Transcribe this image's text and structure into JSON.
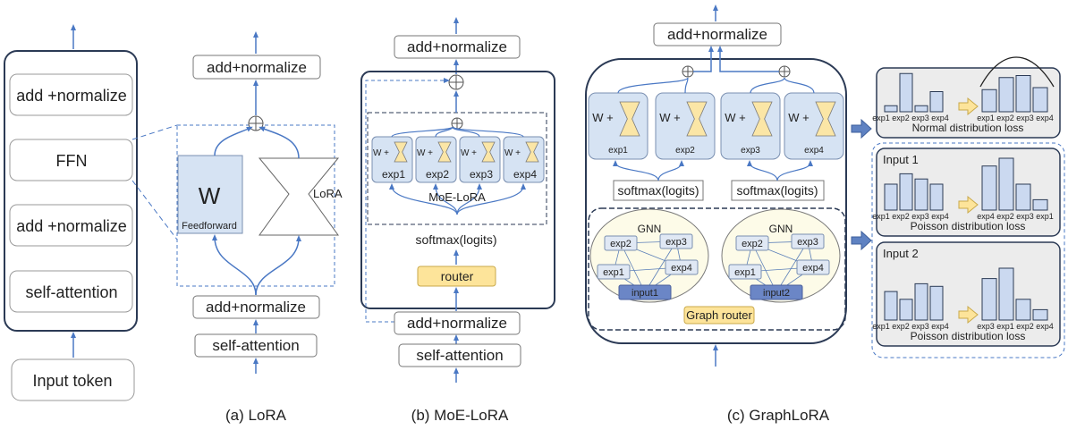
{
  "lora": {
    "stack": [
      "add +normalize",
      "FFN",
      "add +normalize",
      "self-attention"
    ],
    "input_token": "Input token",
    "top_norm": "add+normalize",
    "w_label": "W",
    "feedforward": "Feedforward",
    "lora_label": "LoRA",
    "mid_norm": "add+normalize",
    "self_attention": "self-attention",
    "caption": "(a) LoRA"
  },
  "moe": {
    "top_norm": "add+normalize",
    "w_plus": "W +",
    "experts": [
      "exp1",
      "exp2",
      "exp3",
      "exp4"
    ],
    "moe_label": "MoE-LoRA",
    "softmax": "softmax(logits)",
    "router": "router",
    "mid_norm": "add+normalize",
    "self_attention": "self-attention",
    "caption": "(b) MoE-LoRA"
  },
  "graph": {
    "top_norm": "add+normalize",
    "w_plus": "W +",
    "experts": [
      "exp1",
      "exp2",
      "exp3",
      "exp4"
    ],
    "softmax_left": "softmax(logits)",
    "softmax_right": "softmax(logits)",
    "gnn_label": "GNN",
    "gnn_left_nodes": [
      "exp2",
      "exp3",
      "exp1",
      "exp4"
    ],
    "gnn_left_input": "input1",
    "gnn_right_nodes": [
      "exp2",
      "exp3",
      "exp1",
      "exp4"
    ],
    "gnn_right_input": "input2",
    "graph_router": "Graph router",
    "caption": "(c) GraphLoRA"
  },
  "loss_panels": {
    "normal": {
      "before_labels": "exp1 exp2 exp3 exp4",
      "after_labels": "exp1 exp2 exp3 exp4",
      "title": "Normal distribution loss",
      "before_values": [
        0.15,
        0.95,
        0.15,
        0.5
      ],
      "after_values": [
        0.55,
        0.85,
        0.9,
        0.6
      ]
    },
    "input1": {
      "label": "Input 1",
      "before_labels": "exp1 exp2 exp3 exp4",
      "after_labels": "exp4 exp2 exp3 exp1",
      "title": "Poisson distribution loss",
      "before_values": [
        0.5,
        0.7,
        0.6,
        0.5
      ],
      "after_values": [
        0.85,
        1.0,
        0.5,
        0.2
      ]
    },
    "input2": {
      "label": "Input 2",
      "before_labels": "exp1 exp2 exp3 exp4",
      "after_labels": "exp3 exp1 exp2 exp4",
      "title": "Poisson distribution loss",
      "before_values": [
        0.55,
        0.4,
        0.7,
        0.65
      ],
      "after_values": [
        0.8,
        1.0,
        0.4,
        0.2
      ]
    }
  },
  "colors": {
    "arrow": "#4a78c4",
    "frame": "#2b3a55",
    "expert_fill": "#d6e3f3",
    "hourglass": "#fbe6a6",
    "router_fill": "#fde49a",
    "gnn_fill": "#fdfbe8",
    "input_node": "#6b86c6",
    "bar_fill": "#cbd9f0",
    "panel_fill": "#ececec"
  }
}
